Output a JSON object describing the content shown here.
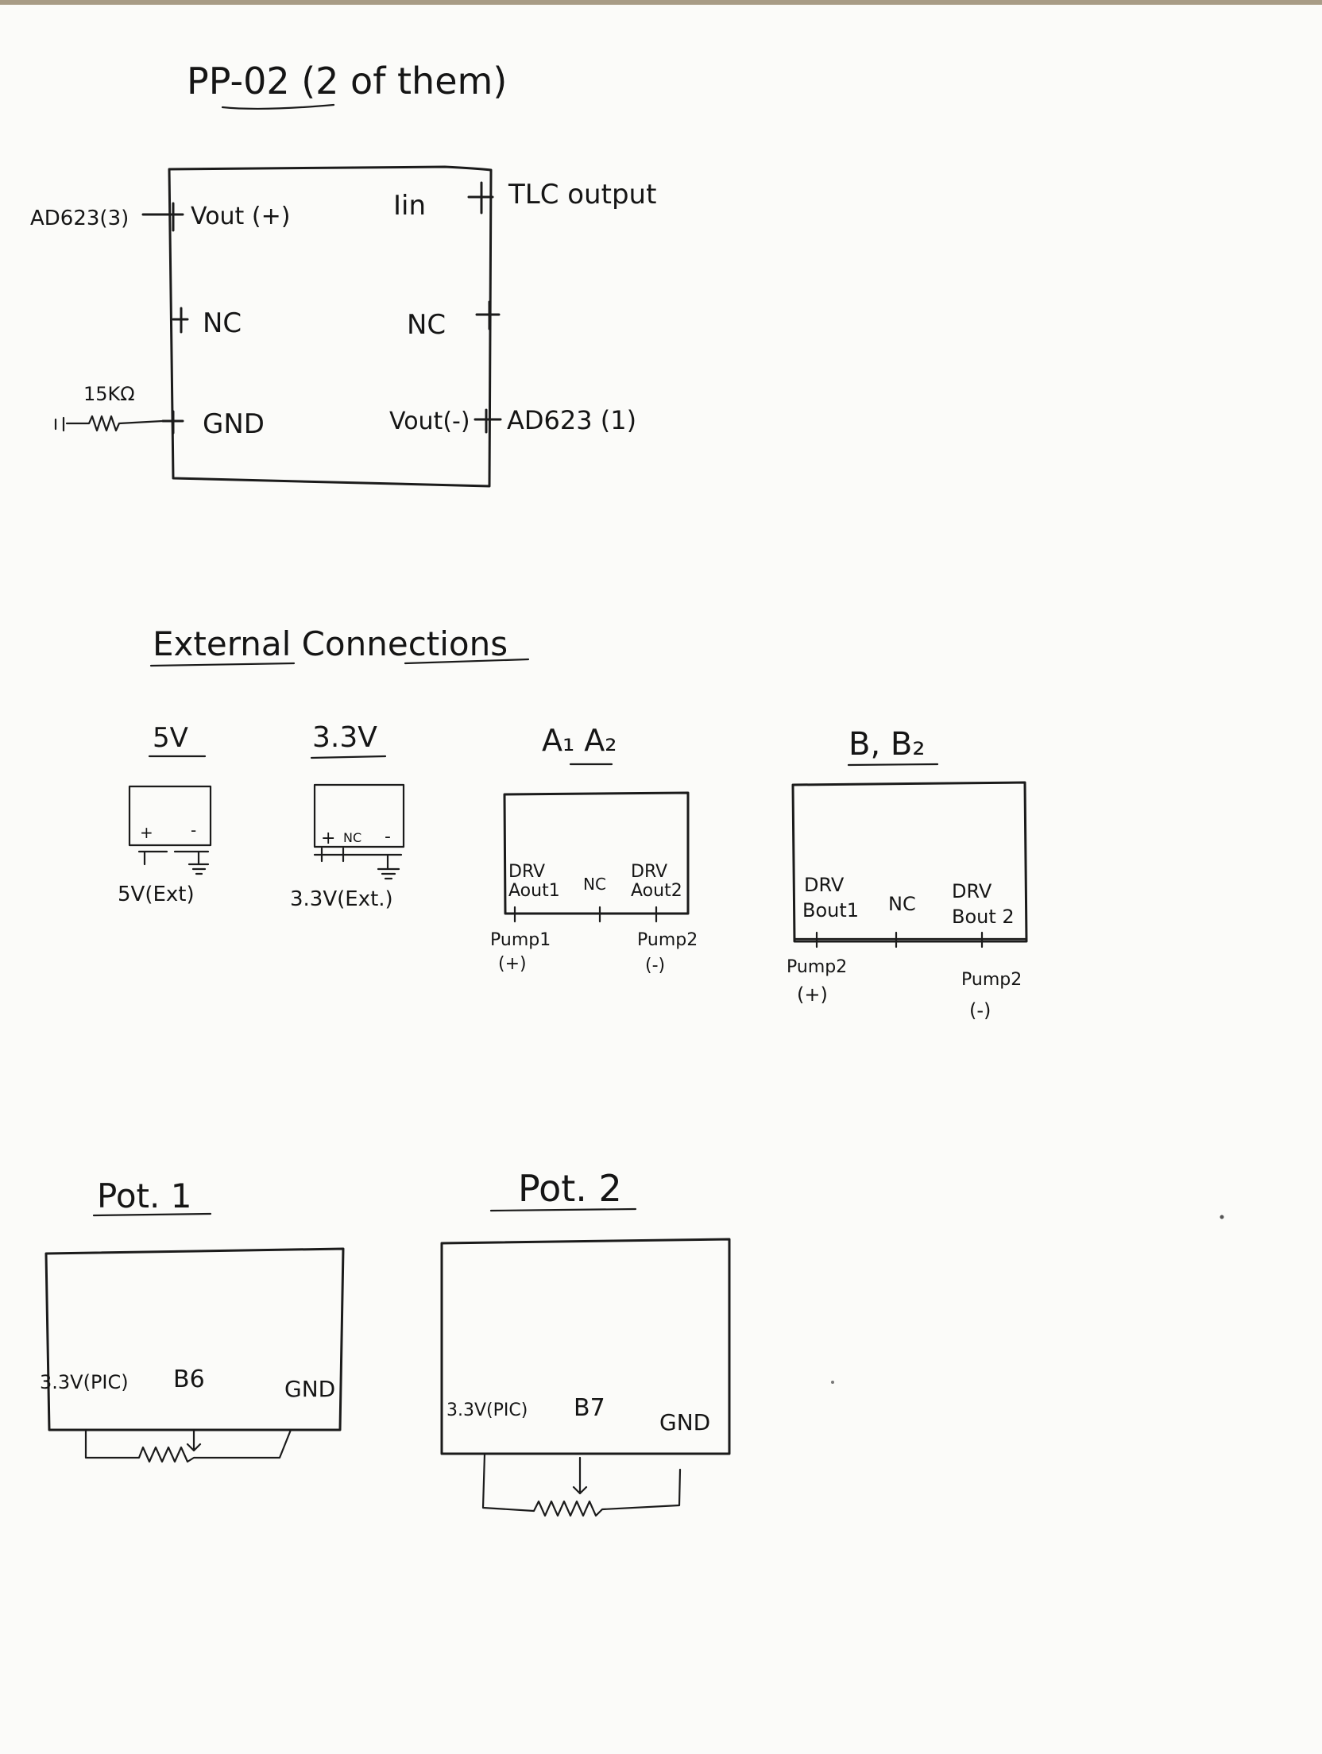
{
  "title": "PP-02 (2 of them)",
  "pp02": {
    "left_pins": {
      "vout_plus": "Vout (+)",
      "nc": "NC",
      "gnd": "GND"
    },
    "right_pins": {
      "iin": "Iin",
      "nc": "NC",
      "vout_minus": "Vout(-)"
    },
    "left_connections": {
      "ad623_3": "AD623(3)",
      "resistor": "15KΩ"
    },
    "right_connections": {
      "tlc_output": "TLC output",
      "ad623_1": "AD623 (1)"
    }
  },
  "external": {
    "heading": "External Connections",
    "v5": {
      "title": "5V",
      "plus": "+",
      "minus": "-",
      "label": "5V(Ext)"
    },
    "v33": {
      "title": "3.3V",
      "plus": "+",
      "nc": "NC",
      "minus": "-",
      "label": "3.3V(Ext.)"
    },
    "a": {
      "title": "A₁ A₂",
      "pin1_top": "DRV",
      "pin1_bottom": "Aout1",
      "nc": "NC",
      "pin2_top": "DRV",
      "pin2_bottom": "Aout2",
      "conn1_top": "Pump1",
      "conn1_bottom": "(+)",
      "conn2_top": "Pump2",
      "conn2_bottom": "(-)"
    },
    "b": {
      "title": "B, B₂",
      "pin1_top": "DRV",
      "pin1_bottom": "Bout1",
      "nc": "NC",
      "pin2_top": "DRV",
      "pin2_bottom": "Bout 2",
      "conn1_top": "Pump2",
      "conn1_bottom": "(+)",
      "conn2_top": "Pump2",
      "conn2_bottom": "(-)"
    }
  },
  "pot1": {
    "title": "Pot. 1",
    "left": "3.3V(PIC)",
    "mid": "B6",
    "right": "GND"
  },
  "pot2": {
    "title": "Pot. 2",
    "left": "3.3V(PIC)",
    "mid": "B7",
    "right": "GND"
  }
}
